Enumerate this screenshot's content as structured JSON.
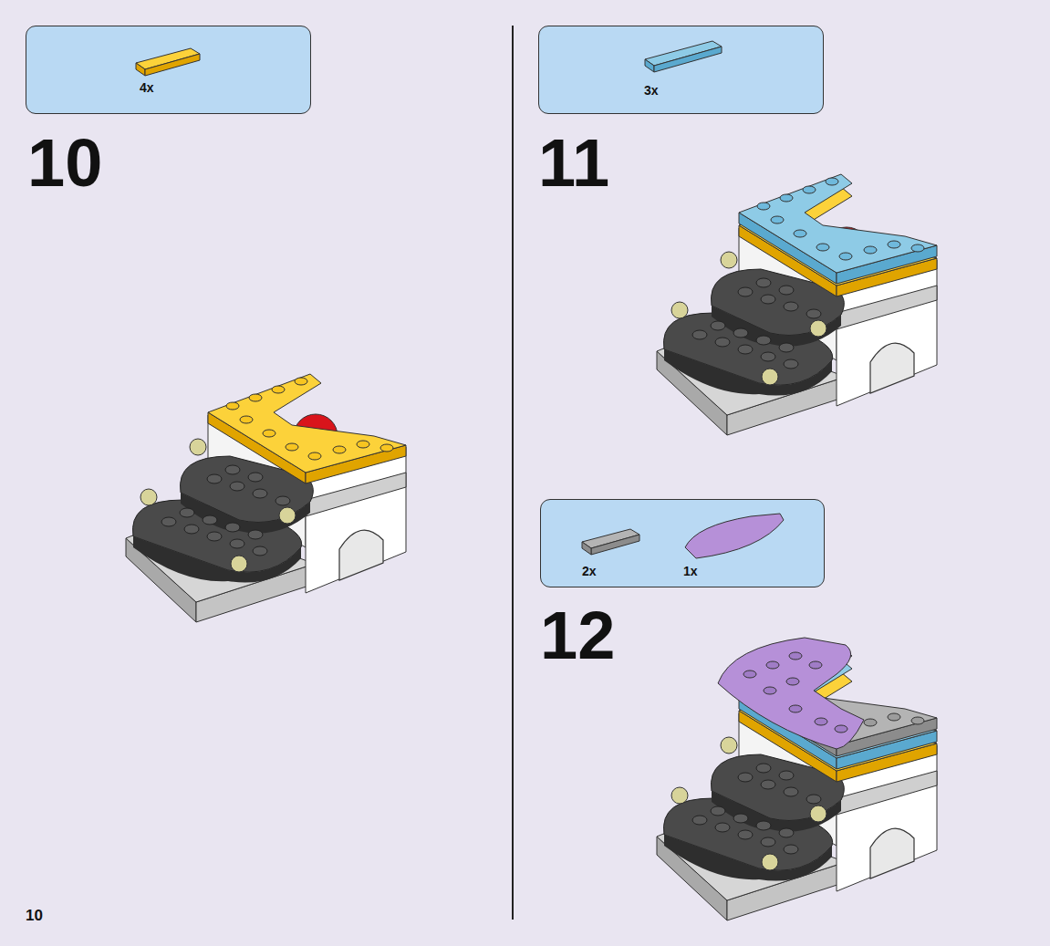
{
  "diagram": {
    "nodes": [
      {
        "text": [
          "4x"
        ]
      },
      {
        "text": [
          "3x"
        ]
      },
      {
        "text": [
          "2x",
          "1x"
        ]
      }
    ],
    "labels": [
      "10",
      "11",
      "12",
      "10"
    ]
  }
}
